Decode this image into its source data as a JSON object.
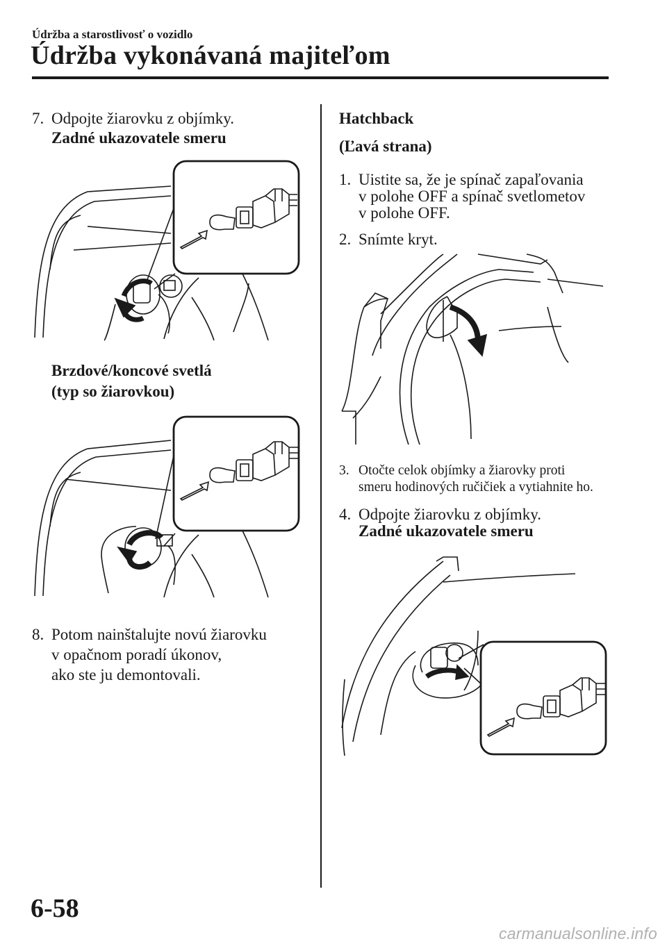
{
  "header": {
    "section_label": "Údržba a starostlivosť o vozidlo",
    "page_title": "Údržba vykonávaná majiteľom"
  },
  "left_column": {
    "step7": {
      "number": "7.",
      "text": "Odpojte žiarovku z objímky.",
      "sub_heading": "Zadné ukazovatele smeru"
    },
    "brake_heading_line1": "Brzdové/koncové svetlá",
    "brake_heading_line2": "(typ so žiarovkou)",
    "step8": {
      "number": "8.",
      "line1": "Potom nainštalujte novú žiarovku",
      "line2": "v opačnom poradí úkonov,",
      "line3": "ako ste ju demontovali."
    }
  },
  "right_column": {
    "heading": "Hatchback",
    "side_heading": "(Ľavá strana)",
    "step1": {
      "number": "1.",
      "line1": "Uistite sa, že je spínač zapaľovania",
      "line2": "v polohe OFF a spínač svetlometov",
      "line3": "v polohe OFF."
    },
    "step2": {
      "number": "2.",
      "text": "Snímte kryt."
    },
    "step3": {
      "number": "3.",
      "line1": "Otočte celok objímky a žiarovky proti",
      "line2": "smeru hodinových ručičiek a vytiahnite ho."
    },
    "step4": {
      "number": "4.",
      "text": "Odpojte žiarovku z objímky.",
      "sub_heading": "Zadné ukazovatele smeru"
    }
  },
  "footer": {
    "page_number": "6-58",
    "watermark": "carmanualsonline.info"
  }
}
